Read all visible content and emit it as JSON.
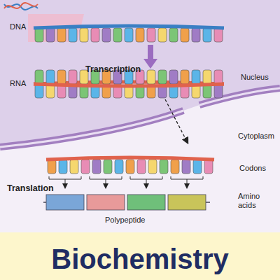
{
  "diagram": {
    "title": "Biochemistry",
    "labels": [
      "DNA",
      "Transcription",
      "RNA",
      "Nucleus",
      "Cytoplasm",
      "Codons",
      "Translation",
      "Amino acids",
      "Polypeptide"
    ]
  }
}
